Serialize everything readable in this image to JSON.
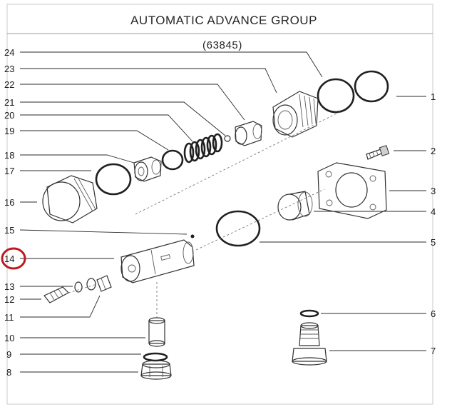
{
  "title": "AUTOMATIC ADVANCE GROUP",
  "part_number": "(63845)",
  "callouts": {
    "left": [
      "24",
      "23",
      "22",
      "21",
      "20",
      "19",
      "18",
      "17",
      "16",
      "15",
      "14",
      "13",
      "12",
      "11",
      "10",
      "9",
      "8"
    ],
    "right": [
      "1",
      "2",
      "3",
      "4",
      "5",
      "6",
      "7"
    ]
  },
  "highlighted_callout": "14",
  "colors": {
    "highlight": "#c0181f",
    "line": "#2a2a2a",
    "background": "#ffffff"
  }
}
